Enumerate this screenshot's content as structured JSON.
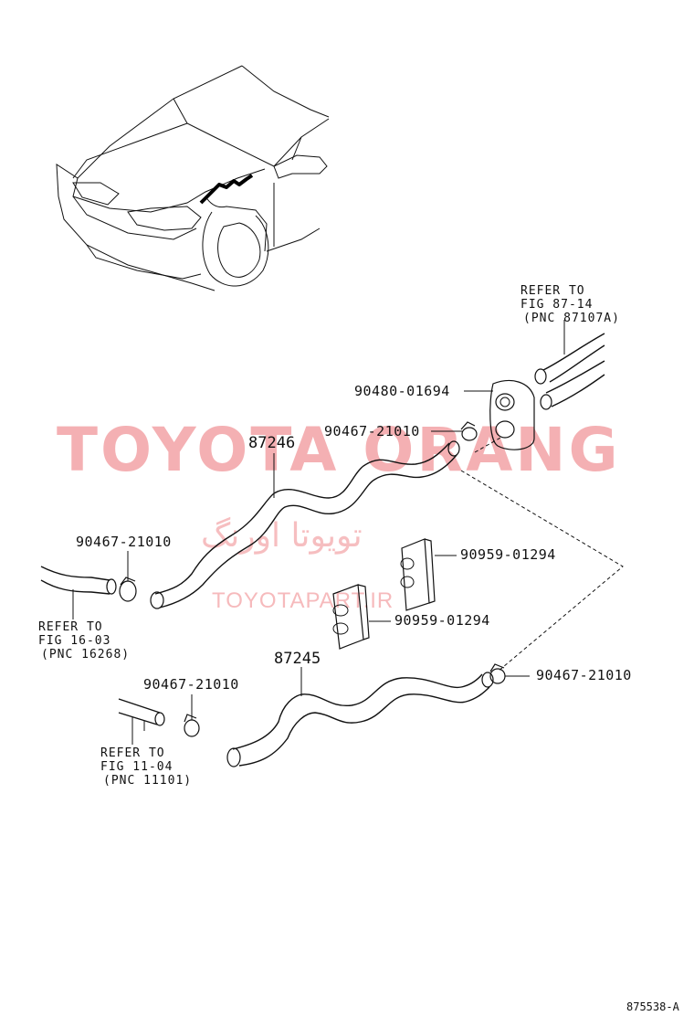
{
  "watermark": {
    "title": "TOYOTA ORANG",
    "persian": "تویوتا اورنگ",
    "site": "TOYOTAPART.IR"
  },
  "labels": {
    "refer_top": [
      "REFER TO",
      "FIG 87-14",
      "(PNC 87107A)"
    ],
    "grommet": "90480-01694",
    "clamp_top": "90467-21010",
    "hose_upper": "87246",
    "clamp_left": "90467-21010",
    "refer_left": [
      "REFER TO",
      "FIG 16-03",
      "(PNC 16268)"
    ],
    "cushion_1": "90959-01294",
    "cushion_2": "90959-01294",
    "hose_lower": "87245",
    "clamp_right": "90467-21010",
    "clamp_bottom": "90467-21010",
    "refer_bottom": [
      "REFER TO",
      "FIG 11-04",
      "(PNC 11101)"
    ]
  },
  "drawing_code": "875538-A",
  "colors": {
    "line": "#111111",
    "watermark": "#f3a3a6"
  }
}
